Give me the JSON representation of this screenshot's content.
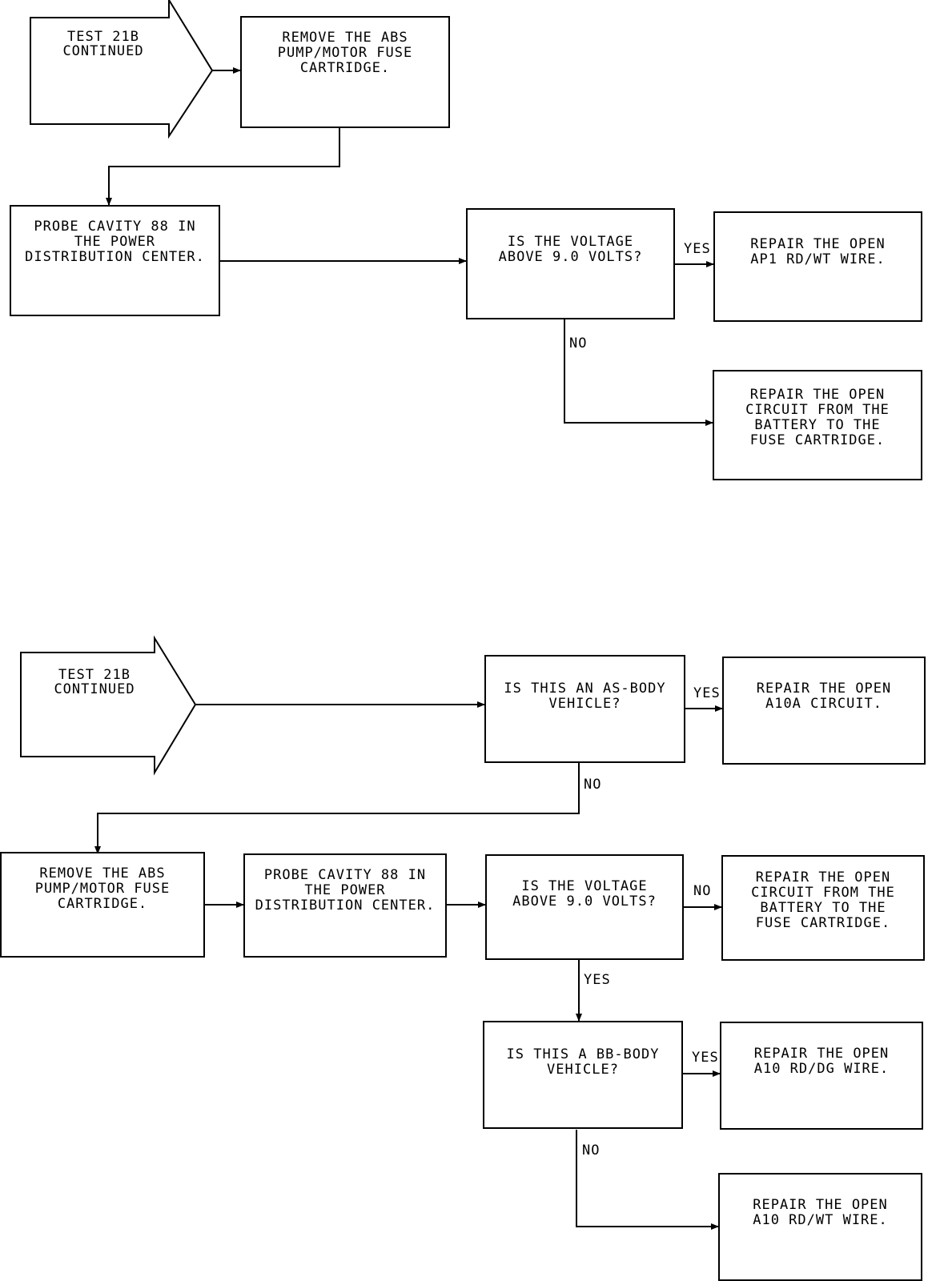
{
  "flowchart_1": {
    "start_label": "TEST 21B\nCONTINUED",
    "remove_fuse": "REMOVE THE ABS\nPUMP/MOTOR FUSE\nCARTRIDGE.",
    "probe_cavity": "PROBE CAVITY 88 IN\nTHE POWER\nDISTRIBUTION CENTER.",
    "voltage_question": "IS THE VOLTAGE\nABOVE 9.0 VOLTS?",
    "repair_wire": "REPAIR THE OPEN\nAP1 RD/WT WIRE.",
    "repair_circuit": "REPAIR THE OPEN\nCIRCUIT FROM THE\nBATTERY TO THE\nFUSE CARTRIDGE.",
    "yes_label": "YES",
    "no_label": "NO"
  },
  "flowchart_2": {
    "start_label": "TEST 21B\nCONTINUED",
    "body_question": "IS THIS AN AS-BODY\nVEHICLE?",
    "repair_a10a": "REPAIR THE OPEN\nA10A CIRCUIT.",
    "remove_fuse": "REMOVE THE ABS\nPUMP/MOTOR FUSE\nCARTRIDGE.",
    "probe_cavity": "PROBE CAVITY 88 IN\nTHE POWER\nDISTRIBUTION CENTER.",
    "voltage_question": "IS THE VOLTAGE\nABOVE 9.0 VOLTS?",
    "repair_circuit": "REPAIR THE OPEN\nCIRCUIT FROM THE\nBATTERY TO THE\nFUSE CARTRIDGE.",
    "bb_question": "IS THIS A BB-BODY\nVEHICLE?",
    "repair_rd_dg": "REPAIR THE OPEN\nA10 RD/DG WIRE.",
    "repair_rd_wt": "REPAIR THE OPEN\nA10 RD/WT WIRE.",
    "yes_label_1": "YES",
    "no_label_1": "NO",
    "no_label_2": "NO",
    "yes_label_2": "YES",
    "yes_label_3": "YES",
    "no_label_3": "NO"
  }
}
